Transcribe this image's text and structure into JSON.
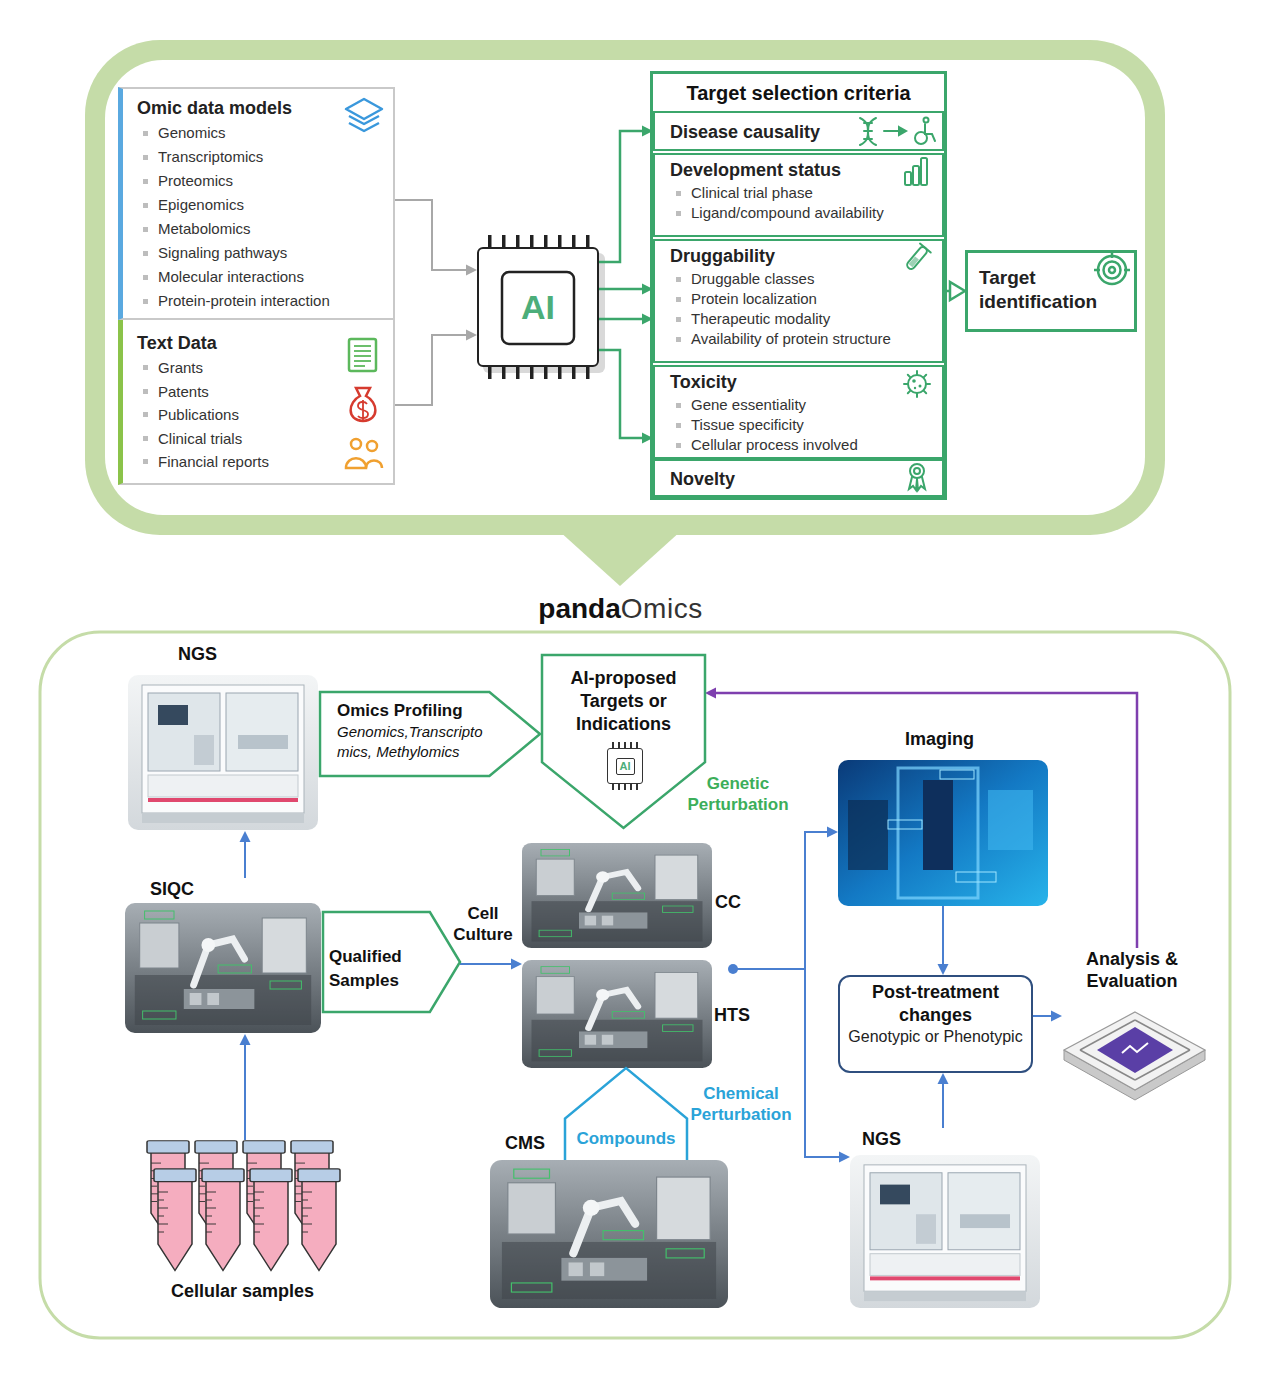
{
  "diagram": {
    "nodes": [
      {
        "text": [
          "Omic data models",
          "Genomics",
          "Transcriptomics",
          "Proteomics",
          "Epigenomics",
          "Metabolomics",
          "Signaling pathways",
          "Molecular interactions",
          "Protein-protein interaction"
        ]
      },
      {
        "text": [
          "Text Data",
          "Grants",
          "Patents",
          "Publications",
          "Clinical trials",
          "Financial reports"
        ]
      },
      {
        "text": [
          "AI"
        ]
      },
      {
        "text": [
          "Target selection criteria"
        ]
      },
      {
        "text": [
          "Disease causality"
        ],
        "in": 3
      },
      {
        "text": [
          "Development status",
          "Clinical trial phase",
          "Ligand/compound availability"
        ],
        "in": 3
      },
      {
        "text": [
          "Druggability",
          "Druggable classes",
          "Protein localization",
          "Therapeutic modality",
          "Availability of protein structure"
        ],
        "in": 3
      },
      {
        "text": [
          "Toxicity",
          "Gene essentiality",
          "Tissue specificity",
          "Cellular process involved"
        ],
        "in": 3
      },
      {
        "text": [
          "Novelty"
        ],
        "in": 3
      },
      {
        "text": [
          "Target identification"
        ]
      },
      {
        "text": [
          "NGS"
        ]
      },
      {
        "text": [
          "Omics Profiling",
          "Genomics,Transcripto mics, Methylomics"
        ]
      },
      {
        "text": [
          "AI-proposed Targets or Indications"
        ]
      },
      {
        "text": [
          "AI"
        ],
        "in": 12
      },
      {
        "text": [
          "SIQC"
        ]
      },
      {
        "text": [
          "Qualified Samples"
        ]
      },
      {
        "text": [
          "CC"
        ]
      },
      {
        "text": [
          "HTS"
        ]
      },
      {
        "text": [
          "CMS"
        ]
      },
      {
        "text": [
          "Compounds"
        ]
      },
      {
        "text": [
          "Cellular samples"
        ]
      },
      {
        "text": [
          "Imaging"
        ]
      },
      {
        "text": [
          "Post-treatment changes",
          "Genotypic or Phenotypic"
        ]
      },
      {
        "text": [
          "NGS"
        ]
      },
      {
        "text": [
          "Analysis & Evaluation"
        ]
      }
    ],
    "edges": [
      {
        "from": 0,
        "to": 2,
        "arrow": "to"
      },
      {
        "from": 1,
        "to": 2,
        "arrow": "to"
      },
      {
        "from": 2,
        "to": 4,
        "arrow": "to"
      },
      {
        "from": 2,
        "to": 6,
        "arrow": "to"
      },
      {
        "from": 2,
        "to": 6,
        "arrow": "to"
      },
      {
        "from": 2,
        "to": 7,
        "arrow": "to"
      },
      {
        "from": 3,
        "to": 9,
        "arrow": "to"
      },
      {
        "from": 20,
        "to": 14,
        "arrow": "to"
      },
      {
        "from": 14,
        "to": 10,
        "arrow": "to"
      },
      {
        "from": 15,
        "to": 17,
        "label": "Cell Culture",
        "arrow": "to"
      },
      {
        "from": 17,
        "to": 21,
        "arrow": "to"
      },
      {
        "from": 17,
        "to": 23,
        "arrow": "to"
      },
      {
        "from": 21,
        "to": 22,
        "arrow": "to"
      },
      {
        "from": 23,
        "to": 22,
        "arrow": "to"
      },
      {
        "from": 22,
        "to": 24,
        "arrow": "to"
      },
      {
        "from": 24,
        "to": 12,
        "arrow": "to"
      }
    ],
    "labels": [
      "panda",
      "Omics",
      "Genetic Perturbation",
      "Chemical Perturbation"
    ]
  }
}
